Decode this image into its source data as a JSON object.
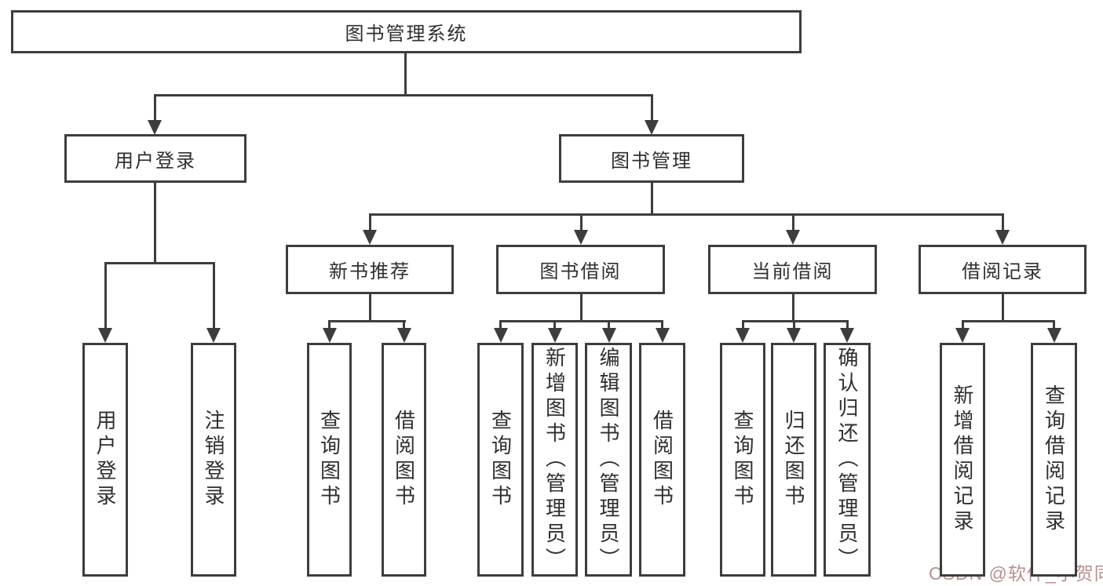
{
  "tree": {
    "root": {
      "label": "图书管理系统"
    },
    "branches": [
      {
        "label": "用户登录",
        "children": [
          {
            "label": "用户登录"
          },
          {
            "label": "注销登录"
          }
        ]
      },
      {
        "label": "图书管理",
        "children": [
          {
            "label": "新书推荐",
            "children": [
              {
                "label": "查询图书"
              },
              {
                "label": "借阅图书"
              }
            ]
          },
          {
            "label": "图书借阅",
            "children": [
              {
                "label": "查询图书"
              },
              {
                "label": "新增图书（管理员）"
              },
              {
                "label": "编辑图书（管理员）"
              },
              {
                "label": "借阅图书"
              }
            ]
          },
          {
            "label": "当前借阅",
            "children": [
              {
                "label": "查询图书"
              },
              {
                "label": "归还图书"
              },
              {
                "label": "确认归还（管理员）"
              }
            ]
          },
          {
            "label": "借阅记录",
            "children": [
              {
                "label": "新增借阅记录"
              },
              {
                "label": "查询借阅记录"
              }
            ]
          }
        ]
      }
    ]
  },
  "watermark": {
    "text": "CSDN @软件_小贺同学",
    "color": "#b5918e"
  },
  "colors": {
    "line": "#3d3d3d",
    "box_border": "#3d3d3d",
    "text": "#2f2f2f",
    "background": "#ffffff"
  }
}
